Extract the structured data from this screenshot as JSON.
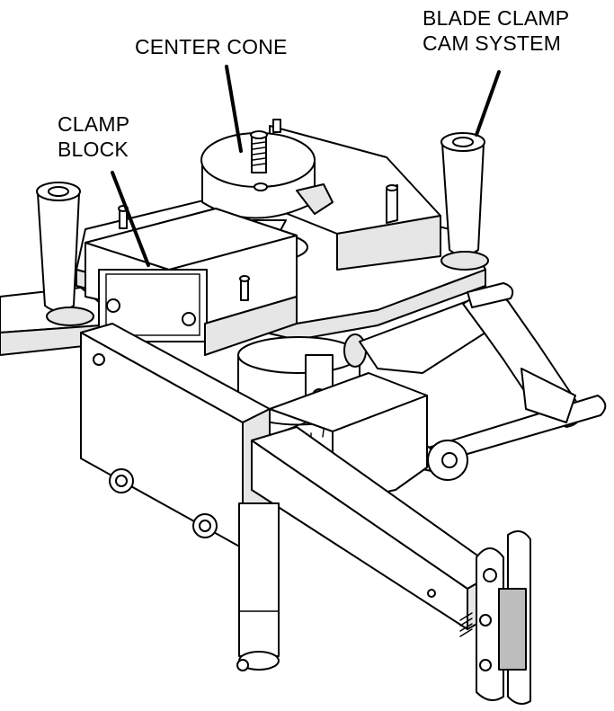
{
  "labels": {
    "center_cone": "CENTER CONE",
    "clamp_block_line1": "CLAMP",
    "clamp_block_line2": "BLOCK",
    "blade_clamp_line1": "BLADE CLAMP",
    "blade_clamp_line2": "CAM SYSTEM"
  },
  "colors": {
    "line": "#000000",
    "background": "#ffffff"
  }
}
